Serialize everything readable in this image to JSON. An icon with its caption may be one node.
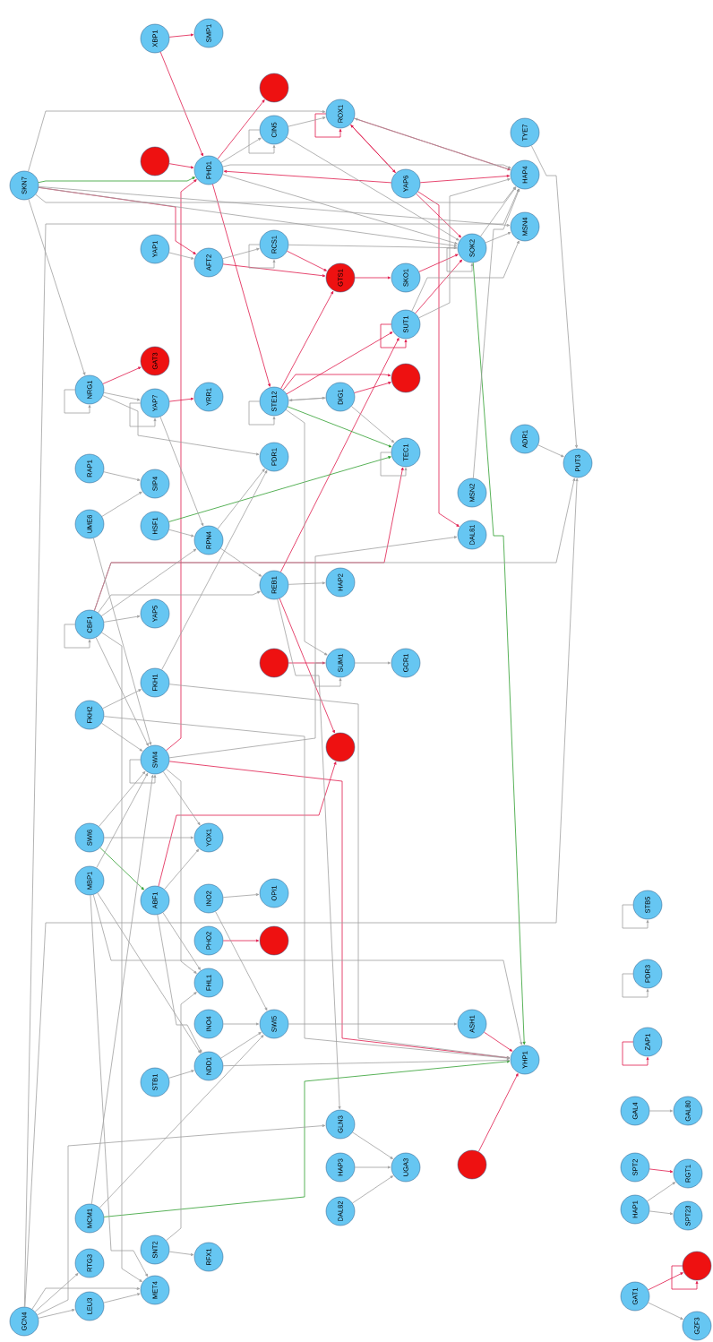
{
  "diagram": {
    "nodes": [
      {
        "text": [
          "SKN7"
        ]
      },
      {
        "text": [
          "XBP1"
        ]
      },
      {
        "text": [
          "SMP1"
        ]
      },
      {
        "text": [],
        "shape": "circle"
      },
      {
        "text": [
          "PHD1"
        ]
      },
      {
        "text": [],
        "shape": "circle"
      },
      {
        "text": [
          "CIN5"
        ]
      },
      {
        "text": [
          "ROX1"
        ]
      },
      {
        "text": [
          "YAP1"
        ]
      },
      {
        "text": [
          "AFT2"
        ]
      },
      {
        "text": [
          "RCS1"
        ]
      },
      {
        "text": [
          "GTS1"
        ]
      },
      {
        "text": [
          "YAP6"
        ]
      },
      {
        "text": [
          "SKO1"
        ]
      },
      {
        "text": [
          "SOK2"
        ]
      },
      {
        "text": [
          "TYE7"
        ]
      },
      {
        "text": [
          "HAP4"
        ]
      },
      {
        "text": [
          "MSN4"
        ]
      },
      {
        "text": [
          "NRG1"
        ]
      },
      {
        "text": [
          "GAT3"
        ]
      },
      {
        "text": [
          "YAP7"
        ]
      },
      {
        "text": [
          "YRR1"
        ]
      },
      {
        "text": [
          "STE12"
        ]
      },
      {
        "text": [
          "DIG1"
        ]
      },
      {
        "text": [
          "SUT1"
        ]
      },
      {
        "text": [],
        "shape": "circle"
      },
      {
        "text": [
          "TEC1"
        ]
      },
      {
        "text": [
          "PDR1"
        ]
      },
      {
        "text": [
          "ADR1"
        ]
      },
      {
        "text": [
          "PUT3"
        ]
      },
      {
        "text": [
          "RAP1"
        ]
      },
      {
        "text": [
          "SIP4"
        ]
      },
      {
        "text": [
          "UME6"
        ]
      },
      {
        "text": [
          "HSF1"
        ]
      },
      {
        "text": [
          "RPN4"
        ]
      },
      {
        "text": [
          "MSN2"
        ]
      },
      {
        "text": [
          "DAL81"
        ]
      },
      {
        "text": [
          "REB1"
        ]
      },
      {
        "text": [
          "HAP2"
        ]
      },
      {
        "text": [
          "CBF1"
        ]
      },
      {
        "text": [
          "YAP5"
        ]
      },
      {
        "text": [],
        "shape": "circle"
      },
      {
        "text": [
          "SUM1"
        ]
      },
      {
        "text": [
          "GCR1"
        ]
      },
      {
        "text": [
          "FKH1"
        ]
      },
      {
        "text": [
          "FKH2"
        ]
      },
      {
        "text": [
          "SWI4"
        ]
      },
      {
        "text": [],
        "shape": "circle"
      },
      {
        "text": [
          "SWI6"
        ]
      },
      {
        "text": [
          "YOX1"
        ]
      },
      {
        "text": [
          "MBP1"
        ]
      },
      {
        "text": [
          "ABF1"
        ]
      },
      {
        "text": [
          "INO2"
        ]
      },
      {
        "text": [
          "OPI1"
        ]
      },
      {
        "text": [
          "PHO2"
        ]
      },
      {
        "text": [],
        "shape": "circle"
      },
      {
        "text": [
          "FHL1"
        ]
      },
      {
        "text": [
          "INO4"
        ]
      },
      {
        "text": [
          "SWI5"
        ]
      },
      {
        "text": [
          "ASH1"
        ]
      },
      {
        "text": [
          "YHP1"
        ]
      },
      {
        "text": [
          "NDD1"
        ]
      },
      {
        "text": [
          "STB1"
        ]
      },
      {
        "text": [
          "GLN3"
        ]
      },
      {
        "text": [
          "HAP3"
        ]
      },
      {
        "text": [
          "UGA3"
        ]
      },
      {
        "text": [],
        "shape": "circle"
      },
      {
        "text": [
          "DAL82"
        ]
      },
      {
        "text": [
          "MCM1"
        ]
      },
      {
        "text": [
          "SNT2"
        ]
      },
      {
        "text": [
          "RFX1"
        ]
      },
      {
        "text": [
          "RTG3"
        ]
      },
      {
        "text": [
          "MET4"
        ]
      },
      {
        "text": [
          "LEU3"
        ]
      },
      {
        "text": [
          "GCN4"
        ]
      },
      {
        "text": [
          "STB5"
        ]
      },
      {
        "text": [
          "PDR3"
        ]
      },
      {
        "text": [
          "ZAP1"
        ]
      },
      {
        "text": [
          "GAL4"
        ]
      },
      {
        "text": [
          "GAL80"
        ]
      },
      {
        "text": [
          "SPT2"
        ]
      },
      {
        "text": [
          "RGT1"
        ]
      },
      {
        "text": [
          "HAP1"
        ]
      },
      {
        "text": [
          "SPT23"
        ]
      },
      {
        "text": [
          "GAT1"
        ]
      },
      {
        "text": [],
        "shape": "circle"
      },
      {
        "text": [
          "GZF3"
        ]
      }
    ],
    "edges": [
      {
        "from": 1,
        "to": 2,
        "arrow": "to",
        "color": "#e0194b"
      },
      {
        "from": 1,
        "to": 4,
        "arrow": "to",
        "color": "#e0194b"
      },
      {
        "from": 3,
        "to": 4,
        "arrow": "to",
        "color": "#e0194b"
      },
      {
        "from": 4,
        "to": 5,
        "arrow": "to",
        "color": "#e0194b"
      },
      {
        "from": 4,
        "to": 22,
        "arrow": "to",
        "color": "#e0194b"
      },
      {
        "from": 12,
        "to": 4,
        "arrow": "to",
        "color": "#e0194b"
      },
      {
        "from": 0,
        "to": 9,
        "arrow": "to",
        "color": "#e0194b"
      },
      {
        "from": 9,
        "to": 11,
        "arrow": "to",
        "color": "#e0194b"
      },
      {
        "from": 10,
        "to": 11,
        "arrow": "to",
        "color": "#e0194b"
      },
      {
        "from": 11,
        "to": 13,
        "arrow": "to",
        "color": "#e0194b"
      },
      {
        "from": 13,
        "to": 14,
        "arrow": "to",
        "color": "#e0194b"
      },
      {
        "from": 24,
        "to": 14,
        "arrow": "to",
        "color": "#e0194b"
      },
      {
        "from": 12,
        "to": 14,
        "arrow": "to",
        "color": "#e0194b"
      },
      {
        "from": 12,
        "to": 16,
        "arrow": "to",
        "color": "#e0194b"
      },
      {
        "from": 7,
        "to": 16,
        "arrow": "to",
        "color": "#e0194b"
      },
      {
        "from": 7,
        "to": 12,
        "arrow": "to",
        "color": "#e0194b"
      },
      {
        "from": 12,
        "to": 7,
        "arrow": "to",
        "color": "#e0194b"
      },
      {
        "from": 12,
        "to": 36,
        "arrow": "to",
        "color": "#e0194b"
      },
      {
        "from": 18,
        "to": 19,
        "arrow": "to",
        "color": "#e0194b"
      },
      {
        "from": 20,
        "to": 21,
        "arrow": "to",
        "color": "#e0194b"
      },
      {
        "from": 46,
        "to": 4,
        "arrow": "to",
        "color": "#e0194b"
      },
      {
        "from": 22,
        "to": 11,
        "arrow": "to",
        "color": "#e0194b"
      },
      {
        "from": 22,
        "to": 24,
        "arrow": "to",
        "color": "#e0194b"
      },
      {
        "from": 22,
        "to": 25,
        "arrow": "to",
        "color": "#e0194b"
      },
      {
        "from": 23,
        "to": 25,
        "arrow": "to",
        "color": "#e0194b"
      },
      {
        "from": 39,
        "to": 26,
        "arrow": "to",
        "color": "#e0194b"
      },
      {
        "from": 37,
        "to": 24,
        "arrow": "to",
        "color": "#e0194b"
      },
      {
        "from": 37,
        "to": 47,
        "arrow": "to",
        "color": "#e0194b"
      },
      {
        "from": 41,
        "to": 42,
        "arrow": "to",
        "color": "#e0194b"
      },
      {
        "from": 46,
        "to": 60,
        "arrow": "to",
        "color": "#e0194b"
      },
      {
        "from": 51,
        "to": 47,
        "arrow": "to",
        "color": "#e0194b"
      },
      {
        "from": 54,
        "to": 55,
        "arrow": "to",
        "color": "#e0194b"
      },
      {
        "from": 59,
        "to": 60,
        "arrow": "to",
        "color": "#e0194b"
      },
      {
        "from": 66,
        "to": 60,
        "arrow": "to",
        "color": "#e0194b"
      },
      {
        "from": 80,
        "to": 81,
        "arrow": "to",
        "color": "#e0194b"
      },
      {
        "from": 84,
        "to": 85,
        "arrow": "to",
        "color": "#e0194b"
      },
      {
        "from": 7,
        "to": 7,
        "arrow": "to",
        "color": "#e0194b"
      },
      {
        "from": 24,
        "to": 24,
        "arrow": "to",
        "color": "#e0194b"
      },
      {
        "from": 77,
        "to": 77,
        "arrow": "to",
        "color": "#e0194b"
      },
      {
        "from": 85,
        "to": 85,
        "arrow": "to",
        "color": "#e0194b"
      },
      {
        "from": 0,
        "to": 4,
        "arrow": "to",
        "color": "#2e9e2e"
      },
      {
        "from": 22,
        "to": 26,
        "arrow": "to",
        "color": "#2e9e2e"
      },
      {
        "from": 33,
        "to": 26,
        "arrow": "to",
        "color": "#2e9e2e"
      },
      {
        "from": 48,
        "to": 51,
        "arrow": "to",
        "color": "#2e9e2e"
      },
      {
        "from": 68,
        "to": 60,
        "arrow": "to",
        "color": "#2e9e2e"
      },
      {
        "from": 14,
        "to": 60,
        "arrow": "to",
        "color": "#2e9e2e"
      },
      {
        "from": 0,
        "to": 7,
        "arrow": "to"
      },
      {
        "from": 0,
        "to": 16,
        "arrow": "to"
      },
      {
        "from": 0,
        "to": 14,
        "arrow": "to"
      },
      {
        "from": 0,
        "to": 18,
        "arrow": "to"
      },
      {
        "from": 0,
        "to": 17,
        "arrow": "to"
      },
      {
        "from": 4,
        "to": 6,
        "arrow": "to"
      },
      {
        "from": 4,
        "to": 14,
        "arrow": "to"
      },
      {
        "from": 4,
        "to": 16,
        "arrow": "to"
      },
      {
        "from": 6,
        "to": 7,
        "arrow": "to"
      },
      {
        "from": 6,
        "to": 14,
        "arrow": "to"
      },
      {
        "from": 9,
        "to": 10,
        "arrow": "to"
      },
      {
        "from": 8,
        "to": 9,
        "arrow": "to"
      },
      {
        "from": 10,
        "to": 14,
        "arrow": "to"
      },
      {
        "from": 18,
        "to": 20,
        "arrow": "to"
      },
      {
        "from": 18,
        "to": 27,
        "arrow": "to"
      },
      {
        "from": 20,
        "to": 34,
        "arrow": "to"
      },
      {
        "from": 22,
        "to": 23,
        "arrow": "to"
      },
      {
        "from": 23,
        "to": 22,
        "arrow": "to"
      },
      {
        "from": 23,
        "to": 26,
        "arrow": "to"
      },
      {
        "from": 22,
        "to": 42,
        "arrow": "to"
      },
      {
        "from": 24,
        "to": 16,
        "arrow": "to"
      },
      {
        "from": 24,
        "to": 17,
        "arrow": "to"
      },
      {
        "from": 30,
        "to": 31,
        "arrow": "to"
      },
      {
        "from": 32,
        "to": 31,
        "arrow": "to"
      },
      {
        "from": 32,
        "to": 46,
        "arrow": "to"
      },
      {
        "from": 33,
        "to": 34,
        "arrow": "to"
      },
      {
        "from": 39,
        "to": 34,
        "arrow": "to"
      },
      {
        "from": 34,
        "to": 27,
        "arrow": "to"
      },
      {
        "from": 34,
        "to": 37,
        "arrow": "to"
      },
      {
        "from": 37,
        "to": 38,
        "arrow": "to"
      },
      {
        "from": 39,
        "to": 37,
        "arrow": "to"
      },
      {
        "from": 39,
        "to": 40,
        "arrow": "to"
      },
      {
        "from": 39,
        "to": 29,
        "arrow": "to"
      },
      {
        "from": 39,
        "to": 46,
        "arrow": "to"
      },
      {
        "from": 39,
        "to": 72,
        "arrow": "to"
      },
      {
        "from": 44,
        "to": 27,
        "arrow": "to"
      },
      {
        "from": 45,
        "to": 44,
        "arrow": "to"
      },
      {
        "from": 45,
        "to": 46,
        "arrow": "to"
      },
      {
        "from": 45,
        "to": 60,
        "arrow": "to"
      },
      {
        "from": 44,
        "to": 60,
        "arrow": "to"
      },
      {
        "from": 42,
        "to": 43,
        "arrow": "to"
      },
      {
        "from": 46,
        "to": 49,
        "arrow": "to"
      },
      {
        "from": 46,
        "to": 56,
        "arrow": "to"
      },
      {
        "from": 46,
        "to": 36,
        "arrow": "to"
      },
      {
        "from": 48,
        "to": 46,
        "arrow": "to"
      },
      {
        "from": 48,
        "to": 49,
        "arrow": "to"
      },
      {
        "from": 50,
        "to": 46,
        "arrow": "to"
      },
      {
        "from": 50,
        "to": 61,
        "arrow": "to"
      },
      {
        "from": 50,
        "to": 60,
        "arrow": "to"
      },
      {
        "from": 50,
        "to": 72,
        "arrow": "to"
      },
      {
        "from": 51,
        "to": 49,
        "arrow": "to"
      },
      {
        "from": 51,
        "to": 56,
        "arrow": "to"
      },
      {
        "from": 51,
        "to": 61,
        "arrow": "to"
      },
      {
        "from": 52,
        "to": 53,
        "arrow": "to"
      },
      {
        "from": 52,
        "to": 58,
        "arrow": "to"
      },
      {
        "from": 57,
        "to": 58,
        "arrow": "to"
      },
      {
        "from": 61,
        "to": 58,
        "arrow": "to"
      },
      {
        "from": 61,
        "to": 60,
        "arrow": "to"
      },
      {
        "from": 62,
        "to": 61,
        "arrow": "to"
      },
      {
        "from": 58,
        "to": 59,
        "arrow": "to"
      },
      {
        "from": 63,
        "to": 65,
        "arrow": "to"
      },
      {
        "from": 64,
        "to": 65,
        "arrow": "to"
      },
      {
        "from": 67,
        "to": 65,
        "arrow": "to"
      },
      {
        "from": 68,
        "to": 46,
        "arrow": "to"
      },
      {
        "from": 68,
        "to": 58,
        "arrow": "to"
      },
      {
        "from": 69,
        "to": 70,
        "arrow": "to"
      },
      {
        "from": 69,
        "to": 56,
        "arrow": "to"
      },
      {
        "from": 74,
        "to": 71,
        "arrow": "to"
      },
      {
        "from": 74,
        "to": 73,
        "arrow": "to"
      },
      {
        "from": 74,
        "to": 72,
        "arrow": "to"
      },
      {
        "from": 73,
        "to": 72,
        "arrow": "to"
      },
      {
        "from": 74,
        "to": 63,
        "arrow": "to"
      },
      {
        "from": 74,
        "to": 29,
        "arrow": "to"
      },
      {
        "from": 74,
        "to": 16,
        "arrow": "to"
      },
      {
        "from": 15,
        "to": 29,
        "arrow": "to"
      },
      {
        "from": 28,
        "to": 29,
        "arrow": "to"
      },
      {
        "from": 35,
        "to": 16,
        "arrow": "to"
      },
      {
        "from": 16,
        "to": 7,
        "arrow": "to"
      },
      {
        "from": 14,
        "to": 16,
        "arrow": "to"
      },
      {
        "from": 14,
        "to": 17,
        "arrow": "to"
      },
      {
        "from": 78,
        "to": 79,
        "arrow": "to"
      },
      {
        "from": 82,
        "to": 81,
        "arrow": "to"
      },
      {
        "from": 82,
        "to": 83,
        "arrow": "to"
      },
      {
        "from": 84,
        "to": 86,
        "arrow": "to"
      },
      {
        "from": 37,
        "to": 63,
        "arrow": "to"
      },
      {
        "from": 6,
        "to": 6,
        "arrow": "to"
      },
      {
        "from": 10,
        "to": 10,
        "arrow": "to"
      },
      {
        "from": 18,
        "to": 18,
        "arrow": "to"
      },
      {
        "from": 20,
        "to": 20,
        "arrow": "to"
      },
      {
        "from": 22,
        "to": 22,
        "arrow": "to"
      },
      {
        "from": 26,
        "to": 26,
        "arrow": "to"
      },
      {
        "from": 39,
        "to": 39,
        "arrow": "to"
      },
      {
        "from": 42,
        "to": 42,
        "arrow": "to"
      },
      {
        "from": 46,
        "to": 46,
        "arrow": "to"
      },
      {
        "from": 75,
        "to": 75,
        "arrow": "to"
      },
      {
        "from": 76,
        "to": 76,
        "arrow": "to"
      },
      {
        "from": 14,
        "to": 14,
        "arrow": "to"
      }
    ]
  }
}
